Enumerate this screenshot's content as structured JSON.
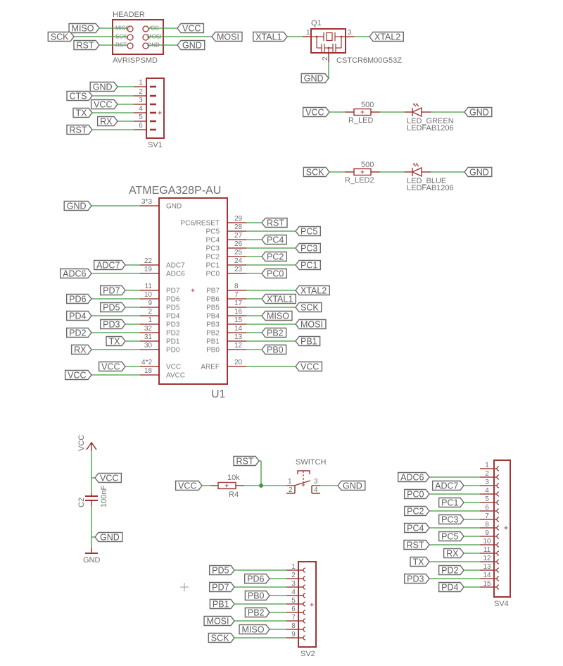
{
  "colors": {
    "wire": "#3e9b3e",
    "pin": "#8b1c1c",
    "body": "#a23434",
    "label_border": "#6a6a6a",
    "label_text": "#5c5c5c"
  },
  "header": {
    "name": "HEADER",
    "value": "AVRISPSMD",
    "left": [
      {
        "pin": "MISO",
        "net": "MISO"
      },
      {
        "pin": "SCK",
        "net": "SCK"
      },
      {
        "pin": "RST",
        "net": "RST"
      }
    ],
    "right": [
      {
        "pin": "VCC",
        "net": "VCC"
      },
      {
        "pin": "MOSI",
        "net": "MOSI"
      },
      {
        "pin": "GND",
        "net": "GND"
      }
    ]
  },
  "q1": {
    "name": "Q1",
    "value": "CSTCR6M00G53Z",
    "pins": [
      {
        "num": "1",
        "net": "XTAL1"
      },
      {
        "num": "2",
        "net": "GND"
      },
      {
        "num": "3",
        "net": "XTAL2"
      }
    ]
  },
  "sv1": {
    "name": "SV1",
    "pins": [
      {
        "num": "1",
        "net": "GND"
      },
      {
        "num": "2",
        "net": "CTS"
      },
      {
        "num": "3",
        "net": "VCC"
      },
      {
        "num": "4",
        "net": "TX"
      },
      {
        "num": "5",
        "net": "RX"
      },
      {
        "num": "6",
        "net": "RST"
      }
    ]
  },
  "leds": [
    {
      "resistor": "R_LED",
      "resistor_value": "500",
      "led": "LED_GREEN",
      "led_value": "LEDFAB1206",
      "net_in": "VCC",
      "net_out": "GND"
    },
    {
      "resistor": "R_LED2",
      "resistor_value": "500",
      "led": "LED_BLUE",
      "led_value": "LEDFAB1206",
      "net_in": "SCK",
      "net_out": "GND"
    }
  ],
  "u1": {
    "name": "U1",
    "value": "ATMEGA328P-AU",
    "left_pins": [
      {
        "name": "GND",
        "num": "3*3",
        "net": "GND"
      },
      {
        "name": "ADC7",
        "num": "22",
        "net": "ADC7"
      },
      {
        "name": "ADC6",
        "num": "19",
        "net": "ADC6"
      },
      {
        "name": "PD7",
        "num": "11",
        "net": "PD7"
      },
      {
        "name": "PD6",
        "num": "10",
        "net": "PD6"
      },
      {
        "name": "PD5",
        "num": "9",
        "net": "PD5"
      },
      {
        "name": "PD4",
        "num": "2",
        "net": "PD4"
      },
      {
        "name": "PD3",
        "num": "1",
        "net": "PD3"
      },
      {
        "name": "PD2",
        "num": "32",
        "net": "PD2"
      },
      {
        "name": "PD1",
        "num": "31",
        "net": "TX"
      },
      {
        "name": "PD0",
        "num": "30",
        "net": "RX"
      },
      {
        "name": "VCC",
        "num": "4*2",
        "net": "VCC"
      },
      {
        "name": "AVCC",
        "num": "18",
        "net": "VCC"
      }
    ],
    "right_pins": [
      {
        "name": "PC6/RESET",
        "num": "29",
        "net": "RST"
      },
      {
        "name": "PC5",
        "num": "28",
        "net": "PC5"
      },
      {
        "name": "PC4",
        "num": "27",
        "net": "PC4"
      },
      {
        "name": "PC3",
        "num": "26",
        "net": "PC3"
      },
      {
        "name": "PC2",
        "num": "25",
        "net": "PC2"
      },
      {
        "name": "PC1",
        "num": "24",
        "net": "PC1"
      },
      {
        "name": "PC0",
        "num": "23",
        "net": "PC0"
      },
      {
        "name": "PB7",
        "num": "8",
        "net": "XTAL2"
      },
      {
        "name": "PB6",
        "num": "7",
        "net": "XTAL1"
      },
      {
        "name": "PB5",
        "num": "17",
        "net": "SCK"
      },
      {
        "name": "PB4",
        "num": "16",
        "net": "MISO"
      },
      {
        "name": "PB3",
        "num": "15",
        "net": "MOSI"
      },
      {
        "name": "PB2",
        "num": "14",
        "net": "PB2"
      },
      {
        "name": "PB1",
        "num": "13",
        "net": "PB1"
      },
      {
        "name": "PB0",
        "num": "12",
        "net": "PB0"
      },
      {
        "name": "AREF",
        "num": "20",
        "net": "VCC"
      }
    ]
  },
  "c2": {
    "name": "C2",
    "value": "100nF",
    "supply_top": "VCC",
    "supply_bottom": "GND",
    "net_top": "VCC",
    "net_bottom": "GND"
  },
  "r4": {
    "name": "R4",
    "value": "10k",
    "net_in": "VCC",
    "net_node": "RST"
  },
  "switch": {
    "name": "SWITCH",
    "pins": [
      "1",
      "2",
      "3",
      "4"
    ],
    "net_out": "GND"
  },
  "sv4": {
    "name": "SV4",
    "pins": [
      {
        "num": "1"
      },
      {
        "num": "2",
        "net": "ADC6"
      },
      {
        "num": "3",
        "net": "ADC7"
      },
      {
        "num": "4",
        "net": "PC0"
      },
      {
        "num": "5",
        "net": "PC1"
      },
      {
        "num": "6",
        "net": "PC2"
      },
      {
        "num": "7",
        "net": "PC3"
      },
      {
        "num": "8",
        "net": "PC4"
      },
      {
        "num": "9",
        "net": "PC5"
      },
      {
        "num": "10",
        "net": "RST"
      },
      {
        "num": "11",
        "net": "RX"
      },
      {
        "num": "12",
        "net": "TX"
      },
      {
        "num": "13",
        "net": "PD2"
      },
      {
        "num": "14",
        "net": "PD3"
      },
      {
        "num": "15",
        "net": "PD4"
      }
    ]
  },
  "sv2": {
    "name": "SV2",
    "pins": [
      {
        "num": "1",
        "net": "PD5"
      },
      {
        "num": "2",
        "net": "PD6"
      },
      {
        "num": "3",
        "net": "PD7"
      },
      {
        "num": "4",
        "net": "PB0"
      },
      {
        "num": "5",
        "net": "PB1"
      },
      {
        "num": "6",
        "net": "PB2"
      },
      {
        "num": "7",
        "net": "MOSI"
      },
      {
        "num": "8",
        "net": "MISO"
      },
      {
        "num": "9",
        "net": "SCK"
      }
    ]
  }
}
